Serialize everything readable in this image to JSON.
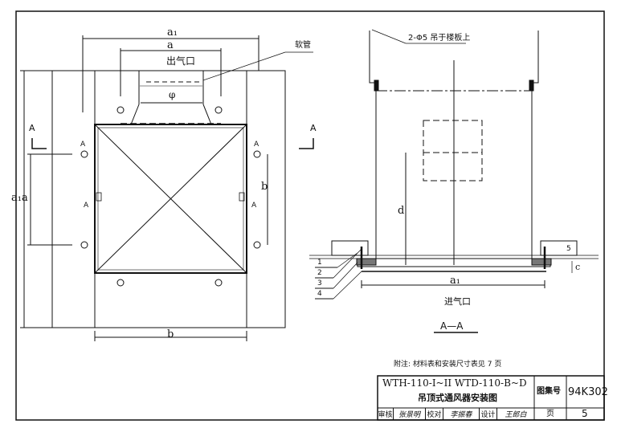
{
  "plan_view": {
    "dim_a1_top": "a₁",
    "dim_a_top": "a",
    "outlet_label": "出气口",
    "hose_label": "软管",
    "phi_label": "φ",
    "dim_a1_left": "a₁",
    "dim_a_left": "a",
    "dim_b_right": "b",
    "dim_b_bottom": "b",
    "section_marks": [
      "A",
      "A",
      "A",
      "A",
      "A",
      "A"
    ]
  },
  "section_view": {
    "hanger_label": "2-Φ5 吊于楼板上",
    "dim_d": "d",
    "dim_a1": "a₁",
    "inlet_label": "进气口",
    "part_numbers": [
      "1",
      "2",
      "3",
      "4",
      "5"
    ],
    "dim_c": "c",
    "section_title": "A—A"
  },
  "note": "附注: 材料表和安装尺寸表见 7 页",
  "title_block": {
    "model": "WTH-110-I~II  WTD-110-B~D",
    "title": "吊顶式通风器安装图",
    "atlas_label": "图集号",
    "atlas_no": "94K302",
    "review_label": "审核",
    "review_sign": "张景明",
    "check_label": "校对",
    "check_sign": "李振春",
    "design_label": "设计",
    "design_sign": "王郎白",
    "page_label": "页",
    "page_no": "5"
  }
}
